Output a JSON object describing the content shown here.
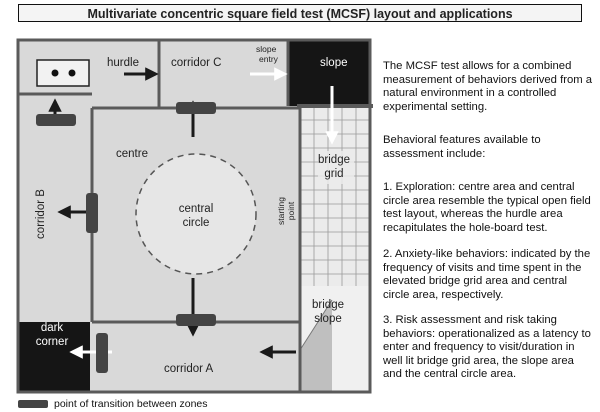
{
  "title": "Multivariate concentric square field test (MCSF) layout and applications",
  "zones": {
    "hurdle": "hurdle",
    "corridor_c": "corridor C",
    "slope_entry_line1": "slope",
    "slope_entry_line2": "entry",
    "slope": "slope",
    "centre": "centre",
    "corridor_b": "corridor B",
    "central_circle_line1": "central",
    "central_circle_line2": "circle",
    "bridge_grid_line1": "bridge",
    "bridge_grid_line2": "grid",
    "starting_point_line1": "starting",
    "starting_point_line2": "point",
    "bridge_slope_line1": "bridge",
    "bridge_slope_line2": "slope",
    "dark_corner_line1": "dark",
    "dark_corner_line2": "corner",
    "corridor_a": "corridor A"
  },
  "description": {
    "intro": "The MCSF test allows for a combined measurement of behaviors derived from a natural environment in a controlled experimental setting.",
    "features_heading": "Behavioral features available to assessment include:",
    "point1": "1. Exploration: centre area and central circle area resemble the typical open field test layout, whereas the hurdle area recapitulates the hole-board test.",
    "point2": "2. Anxiety-like behaviors: indicated by the frequency of visits and time spent in the elevated bridge grid area and central circle area, respectively.",
    "point3": "3. Risk assessment and risk taking behaviors: operationalized as a latency to enter and frequency to visit/duration in well lit bridge grid area, the slope area and the central circle area."
  },
  "legend": "point of transition between zones",
  "colors": {
    "arena_fill": "#d9d9d9",
    "wall": "#5a5a5a",
    "dark_zone": "#151515",
    "transition_marker": "#444444",
    "circle_fill": "#e6e6e6"
  }
}
